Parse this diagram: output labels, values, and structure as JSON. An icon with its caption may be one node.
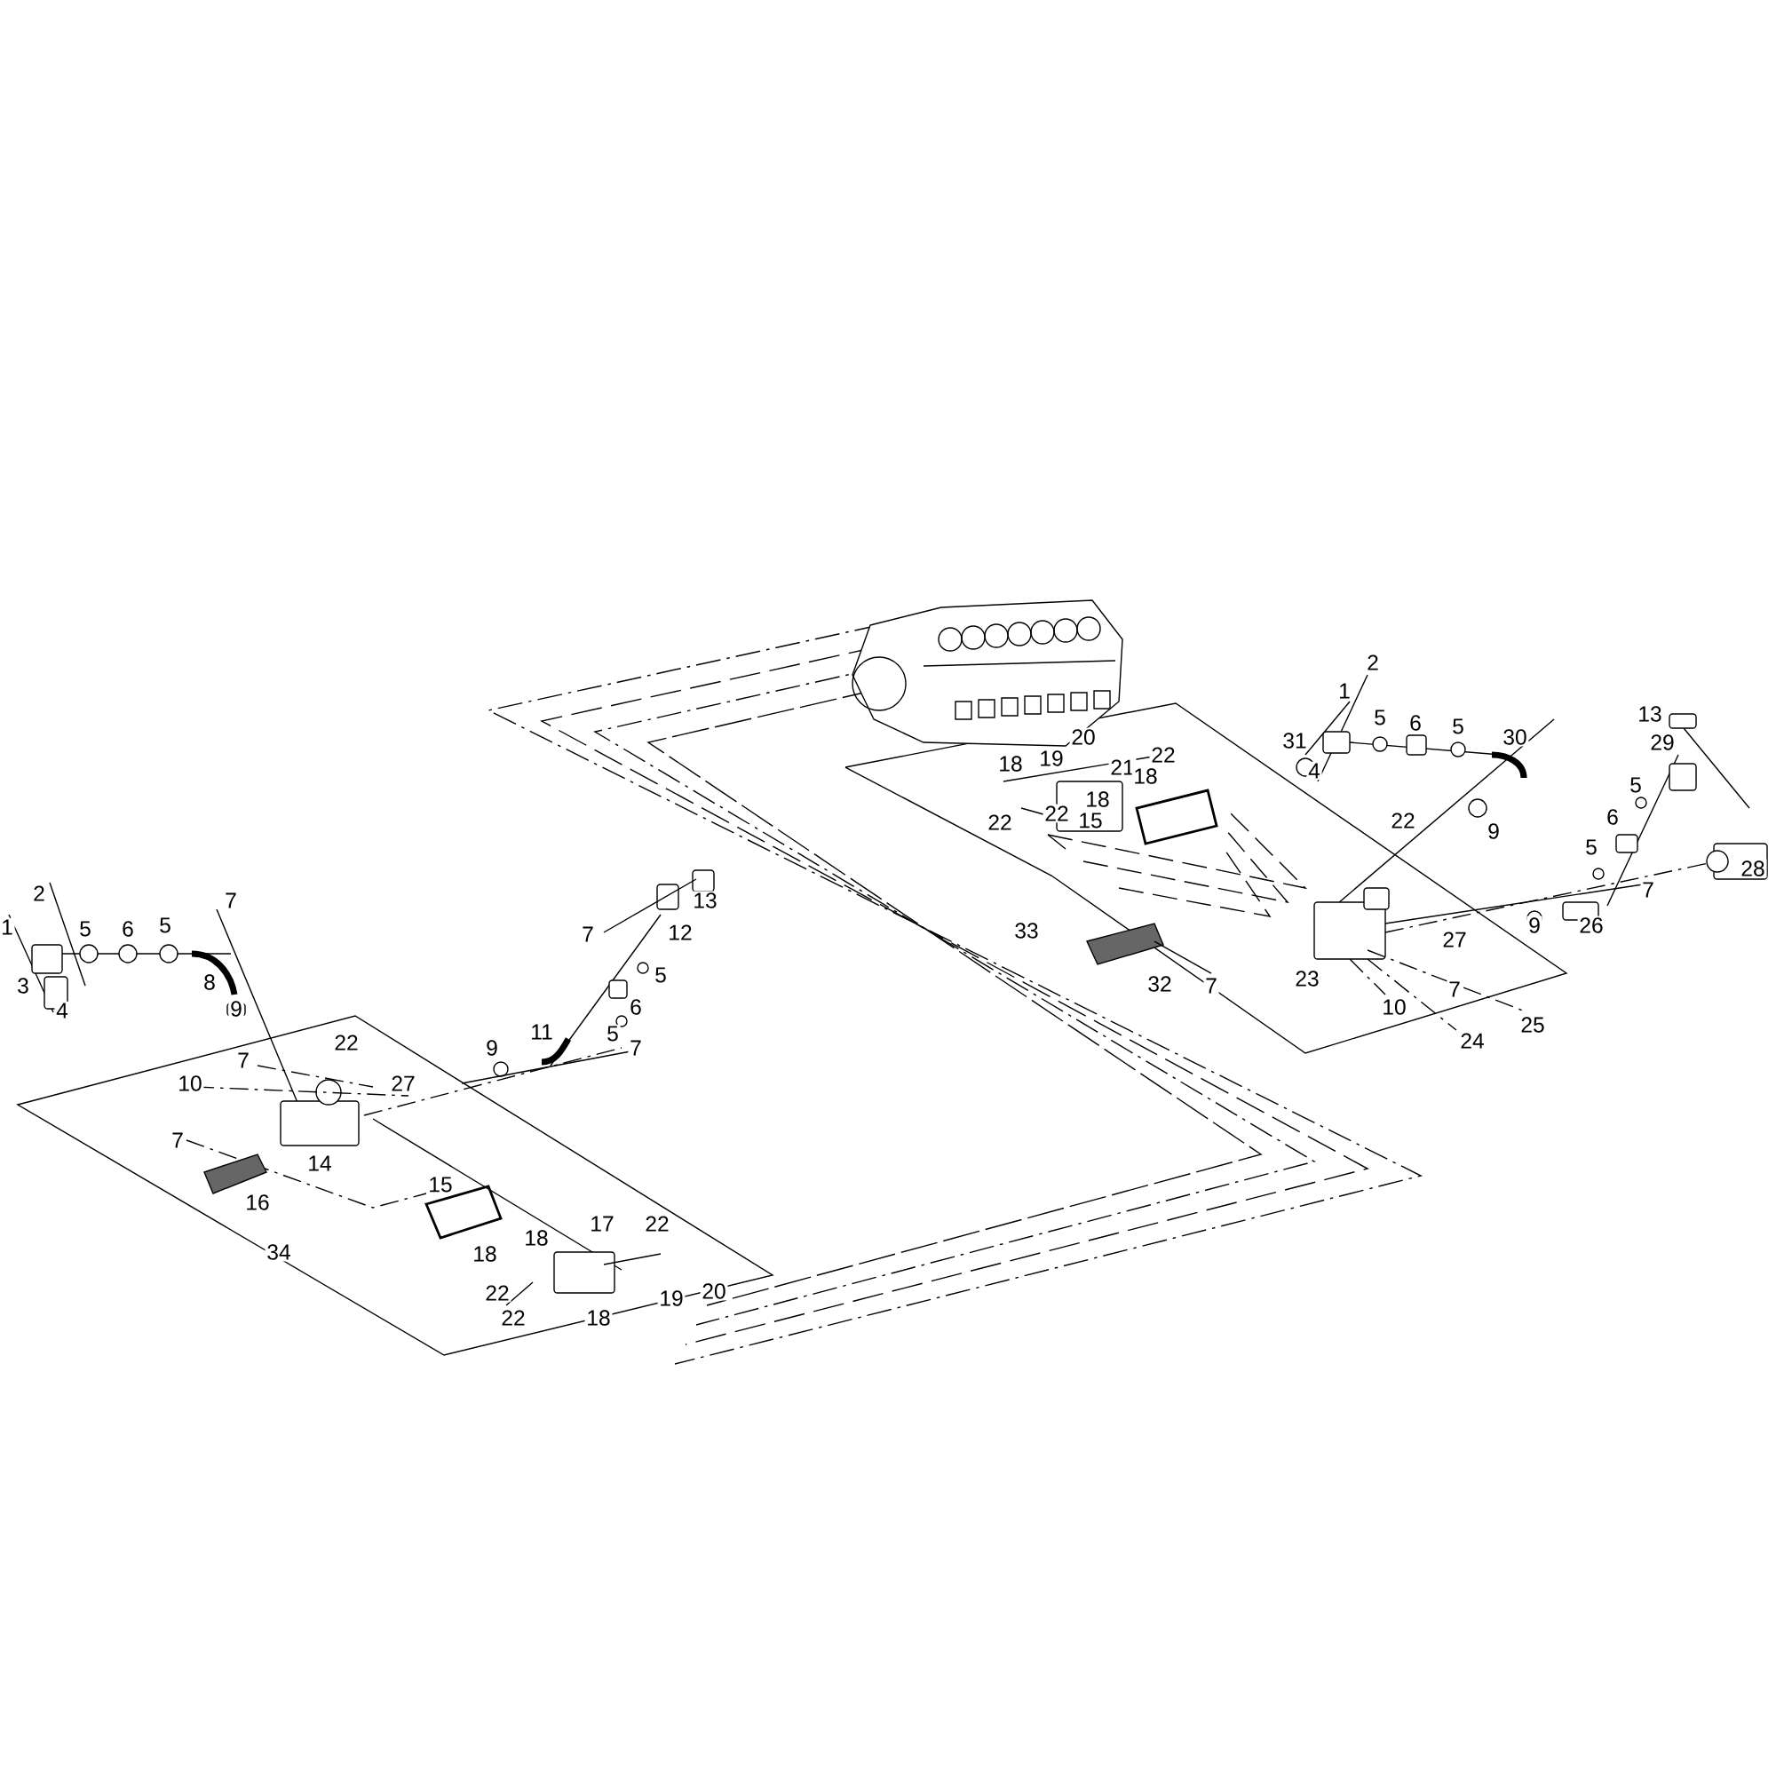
{
  "diagram": {
    "labels": [
      "2",
      "1",
      "13",
      "5",
      "6",
      "5",
      "20",
      "30",
      "31",
      "29",
      "22",
      "19",
      "18",
      "21",
      "4",
      "18",
      "5",
      "18",
      "22",
      "6",
      "22",
      "22",
      "15",
      "9",
      "5",
      "28",
      "2",
      "13",
      "7",
      "7",
      "1",
      "5",
      "6",
      "5",
      "7",
      "12",
      "33",
      "9",
      "26",
      "27",
      "5",
      "23",
      "32",
      "7",
      "7",
      "3",
      "8",
      "10",
      "6",
      "4",
      "9",
      "25",
      "11",
      "5",
      "24",
      "22",
      "9",
      "7",
      "7",
      "10",
      "27",
      "7",
      "14",
      "15",
      "16",
      "17",
      "22",
      "18",
      "34",
      "18",
      "22",
      "20",
      "19",
      "22",
      "18"
    ]
  }
}
